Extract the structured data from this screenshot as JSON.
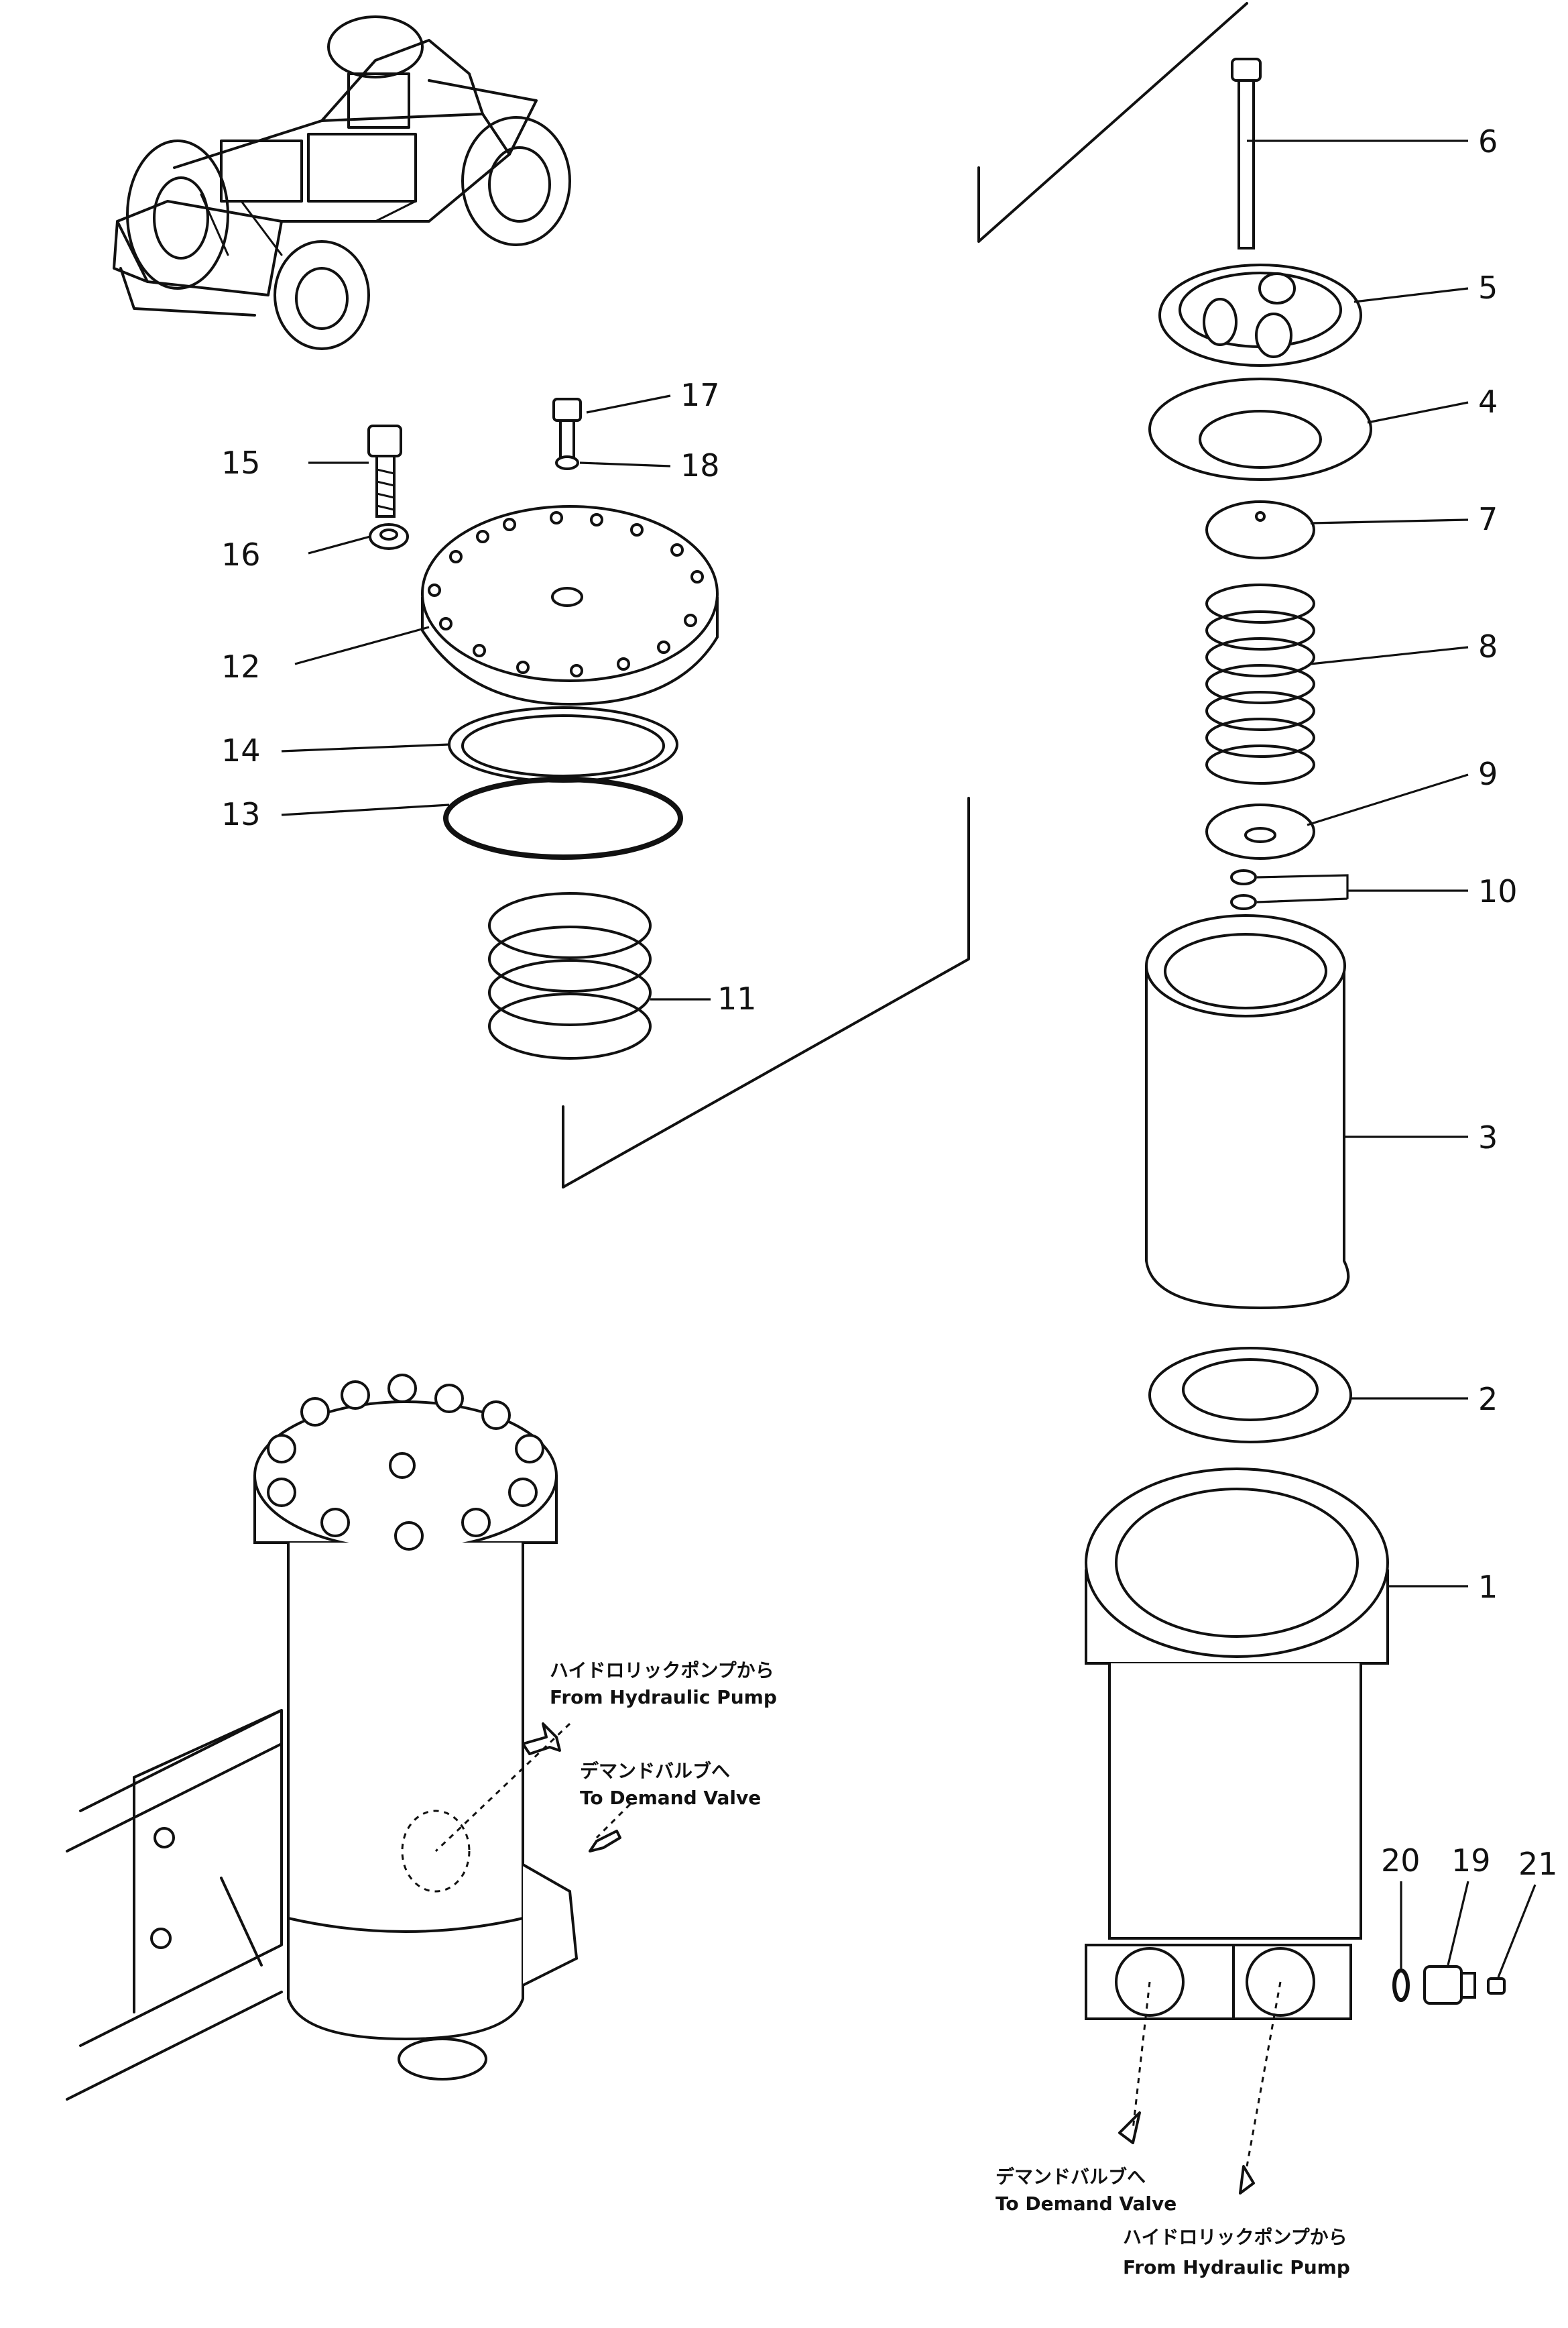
{
  "callouts": {
    "c1": "1",
    "c2": "2",
    "c3": "3",
    "c4": "4",
    "c5": "5",
    "c6": "6",
    "c7": "7",
    "c8": "8",
    "c9": "9",
    "c10": "10",
    "c11": "11",
    "c12": "12",
    "c13": "13",
    "c14": "14",
    "c15": "15",
    "c16": "16",
    "c17": "17",
    "c18": "18",
    "c19": "19",
    "c20": "20",
    "c21": "21"
  },
  "notes": {
    "assembly_from_pump_jp": "ハイドロリックポンプから",
    "assembly_from_pump_en": "From Hydraulic Pump",
    "assembly_to_valve_jp": "デマンドバルブへ",
    "assembly_to_valve_en": "To Demand Valve",
    "body_to_valve_jp": "デマンドバルブへ",
    "body_to_valve_en": "To Demand Valve",
    "body_from_pump_jp": "ハイドロリックポンプから",
    "body_from_pump_en": "From Hydraulic Pump"
  },
  "icons": [
    "vehicle-thumbnail",
    "flow-arrow-icon"
  ]
}
